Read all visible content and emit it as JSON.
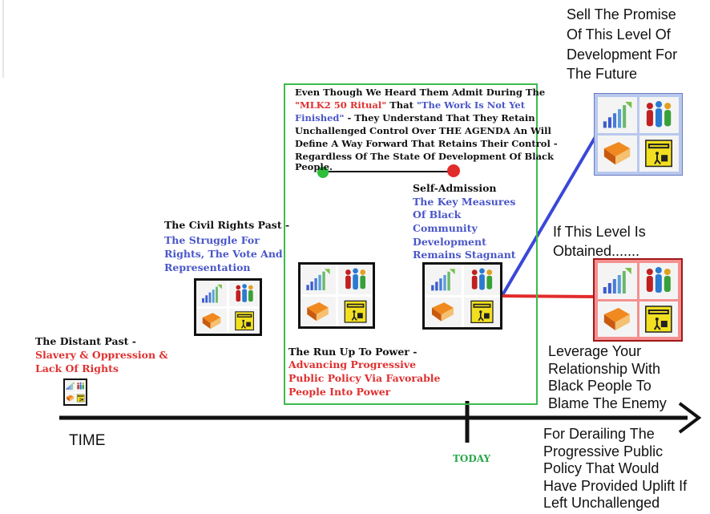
{
  "colors": {
    "red": "#e03030",
    "blue": "#4a56c8",
    "green": "#2aa84a",
    "black": "#111111",
    "box_green": "#3dbb4e",
    "future_tile_bg": "#b8c8ee",
    "obtained_tile_bg": "#f49090"
  },
  "distant_past": {
    "title": "The Distant Past -",
    "line1": "Slavery & Oppression &",
    "line2": "Lack Of Rights"
  },
  "civil_rights": {
    "title": "The Civil Rights Past -",
    "line1": "The Struggle For",
    "line2": "Rights, The Vote And",
    "line3": "Representation"
  },
  "agenda_box": {
    "l1": "Even Though We Heard Them Admit During The",
    "l2_ritual": "\"MLK2 50 Ritual\"",
    "l2_that": " That ",
    "l2_quote": "\"The Work Is Not Yet",
    "l3_quote": "Finished\"",
    "l3_rest": " - They Understand That They Retain",
    "l4": "Unchallenged Control Over THE AGENDA An Will",
    "l5": "Define A Way Forward That Retains Their Control -",
    "l6": "Regardless Of The State Of Development Of Black",
    "l7": "People."
  },
  "self_admission": {
    "title": "Self-Admission",
    "l1": "The Key Measures",
    "l2": "Of Black",
    "l3": "Community",
    "l4": "Development",
    "l5": "Remains Stagnant"
  },
  "run_up": {
    "title": "The Run Up To Power -",
    "l1": "Advancing Progressive",
    "l2": "Public Policy Via Favorable",
    "l3": "People Into Power"
  },
  "sell_promise": {
    "l1": "Sell The Promise",
    "l2": "Of This Level Of",
    "l3": "Development For",
    "l4": "The Future"
  },
  "if_obtained": {
    "l1": "If This Level Is",
    "l2": "Obtained......."
  },
  "leverage": {
    "l1": "Leverage Your",
    "l2": "Relationship With",
    "l3": "Black People To",
    "l4": "Blame The Enemy"
  },
  "derailing": {
    "l1": "For Derailing The",
    "l2": "Progressive Public",
    "l3": "Policy That Would",
    "l4": "Have Provided Uplift If",
    "l5": "Left Unchallenged"
  },
  "timeline": {
    "time_label": "TIME",
    "today_label": "TODAY"
  },
  "tile_icons": [
    "bar-chart-icon",
    "family-icon",
    "book-icon",
    "caution-sign-icon"
  ]
}
